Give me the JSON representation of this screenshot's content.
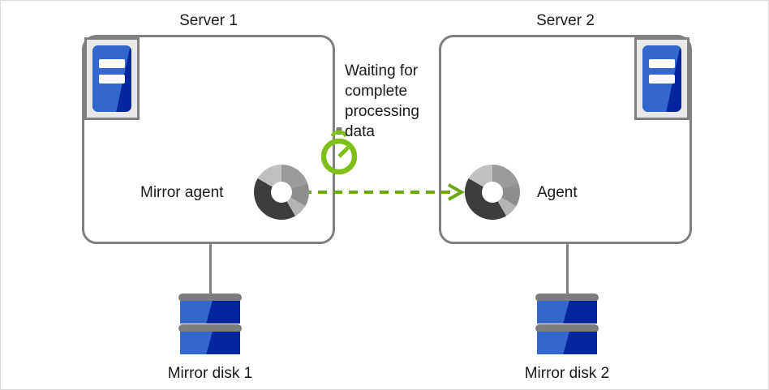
{
  "diagram": {
    "title_alt": "Mirror disk cluster replication diagram",
    "background": "#ffffff",
    "frame_color": "#d9d9d9"
  },
  "servers": [
    {
      "id": "server-1",
      "title": "Server 1",
      "icon": "server-icon",
      "icon_position": "top-left",
      "agent": {
        "label": "Mirror agent",
        "icon": "agent-donut-icon"
      },
      "disk": {
        "label": "Mirror disk 1",
        "icon": "disk-icon"
      }
    },
    {
      "id": "server-2",
      "title": "Server 2",
      "icon": "server-icon",
      "icon_position": "top-right",
      "agent": {
        "label": "Agent",
        "icon": "agent-donut-icon"
      },
      "disk": {
        "label": "Mirror disk 2",
        "icon": "disk-icon"
      }
    }
  ],
  "flow": {
    "caption": "Waiting for complete processing data",
    "caption_lines": [
      "Waiting for",
      "complete",
      "processing",
      "data"
    ],
    "arrow_style": "dashed",
    "arrow_direction": "left-to-right",
    "arrow_color": "#6aa80f",
    "status_icon": "stopwatch-icon"
  },
  "colors": {
    "accent_green": "#6aa80f",
    "server_outline": "#808080",
    "blue_dark": "#04259b",
    "blue_light": "#3268cd",
    "gray_bar": "#7d7d7d",
    "text": "#1a1a1a"
  }
}
